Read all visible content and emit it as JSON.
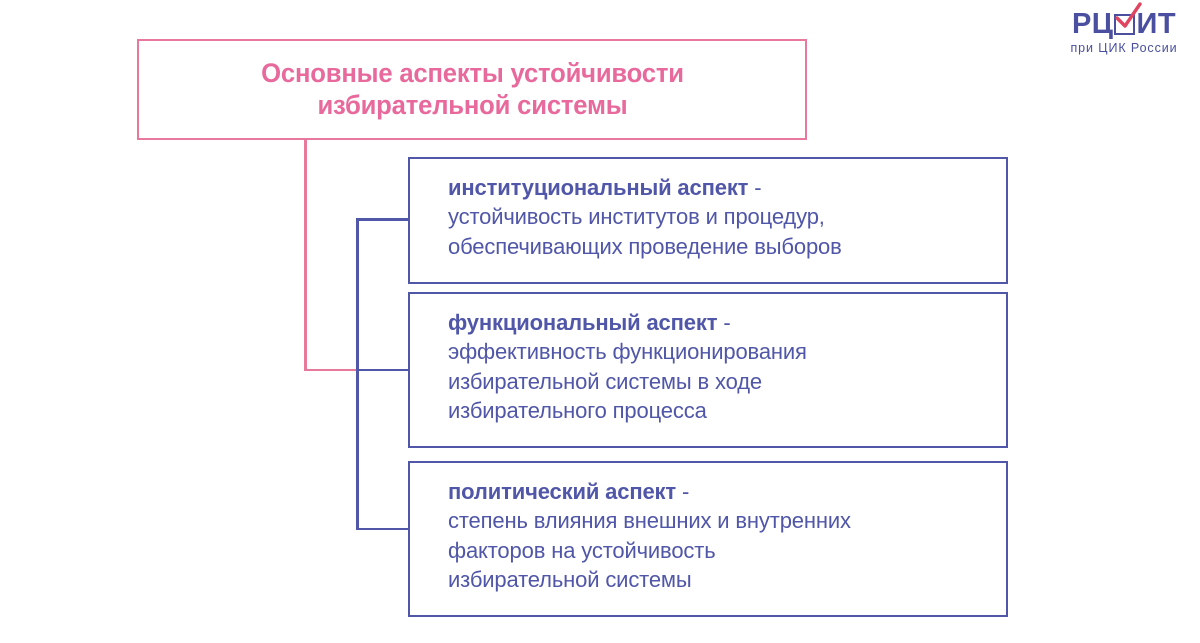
{
  "logo": {
    "wordmark_before": "РЦ",
    "wordmark_after": "ИТ",
    "box_letter": "О",
    "check_icon": "check-mark-icon",
    "subtitle": "при ЦИК России",
    "wordmark_color": "#4a4fa0",
    "check_color": "#e0445e"
  },
  "title": {
    "text": "Основные аспекты устойчивости\nизбирательной системы",
    "color": "#e8699b",
    "border_color": "#e8799c"
  },
  "theme": {
    "pink": "#e8799c",
    "blue": "#5056a8",
    "background": "#ffffff"
  },
  "cards": [
    {
      "heading": "институциональный аспект",
      "dash": " -",
      "lines": [
        "устойчивость институтов и процедур,",
        "обеспечивающих проведение выборов"
      ]
    },
    {
      "heading": "функциональный аспект",
      "dash": " -",
      "lines": [
        "эффективность функционирования",
        "избирательной системы в ходе",
        "избирательного процесса"
      ]
    },
    {
      "heading": "политический аспект",
      "dash": " -",
      "lines": [
        "степень влияния внешних и внутренних",
        "факторов на устойчивость",
        "избирательной системы"
      ]
    }
  ]
}
